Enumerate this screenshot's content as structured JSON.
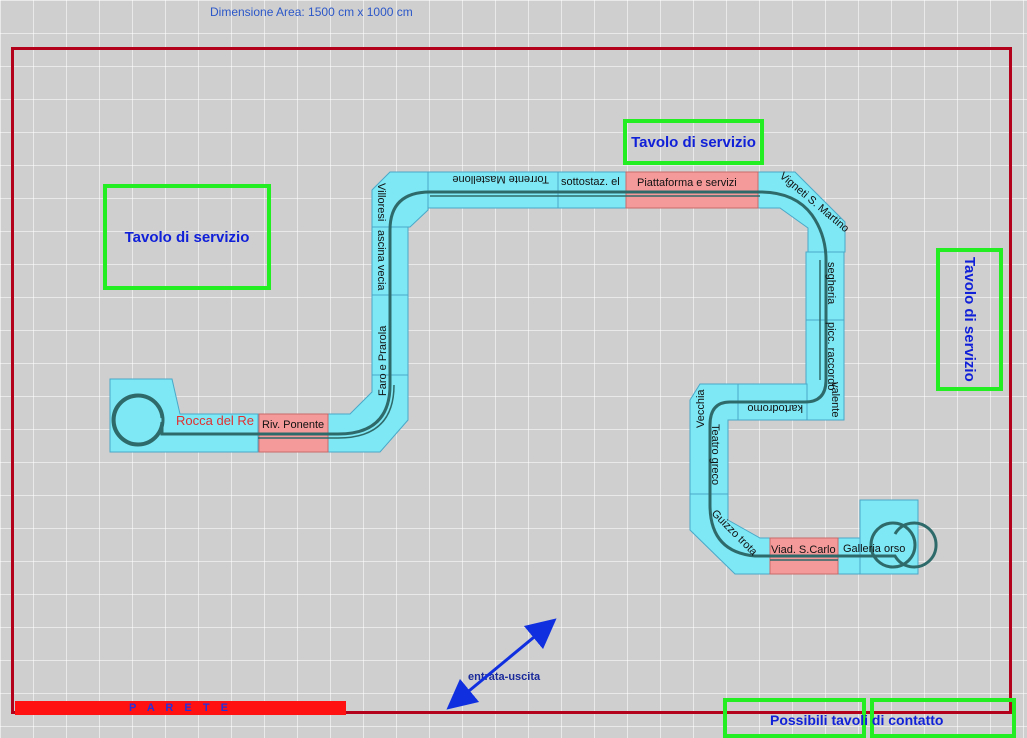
{
  "area_title": "Dimensione Area: 1500 cm x 1000 cm",
  "service_tables": {
    "left": "Tavolo di servizio",
    "top": "Tavolo di servizio",
    "right": "Tavolo di servizio"
  },
  "wall_label": "P A R E T E",
  "entrance_label": "entrata-uscita",
  "contact_tables_label": "Possibili tavoli di contatto",
  "stations": {
    "rocca": "Rocca del Re",
    "riv_ponente": "Riv. Ponente",
    "faro": "Faro e Prarola",
    "cascina": "ascina vecia",
    "villoresi": "Villoresi",
    "torrente": "Torrente Mastellone",
    "sottostaz": "sottostaz. el",
    "piattaforma": "Piattaforma e servizi",
    "vigneti": "Vigneti S. Martino",
    "segheria": "segheria",
    "picc": "picc. raccordo",
    "valente": "valente",
    "kartodromo": "kartodromo",
    "vecchia": "Vecchia",
    "teatro": "Teatro greco",
    "guizzo": "Guizzo trota",
    "viad": "Viad. S.Carlo",
    "galleria": "Galleria orso"
  },
  "colors": {
    "border": "#b3001b",
    "service_table": "#22ee22",
    "board": "#7ee8f5",
    "station": "#f49a9a",
    "text_blue": "#1020d8",
    "wall": "#ff1111"
  }
}
